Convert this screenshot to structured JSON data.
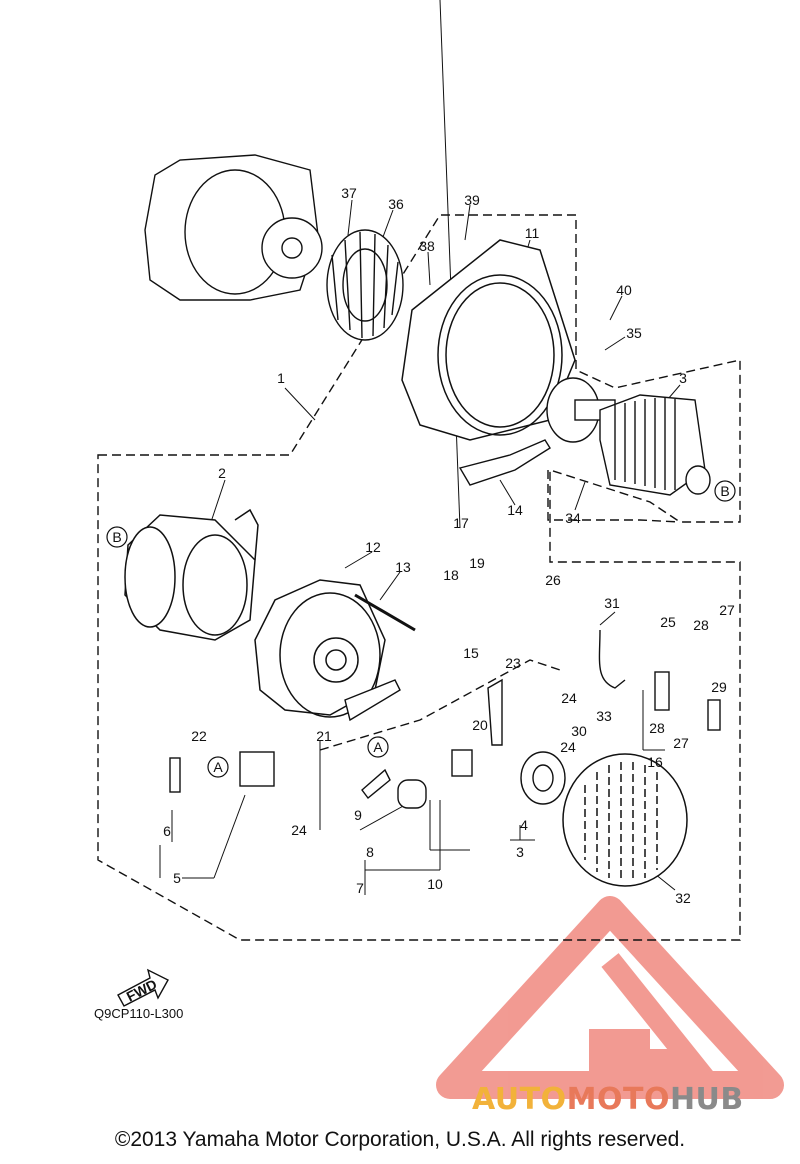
{
  "diagram": {
    "callouts": [
      "1",
      "2",
      "3",
      "3",
      "4",
      "5",
      "6",
      "7",
      "8",
      "9",
      "10",
      "11",
      "12",
      "13",
      "14",
      "15",
      "16",
      "17",
      "18",
      "19",
      "20",
      "21",
      "22",
      "23",
      "24",
      "24",
      "24",
      "25",
      "26",
      "27",
      "27",
      "28",
      "28",
      "29",
      "30",
      "31",
      "32",
      "33",
      "34",
      "35",
      "36",
      "37",
      "38",
      "39",
      "40"
    ],
    "connectors": [
      "A",
      "A",
      "B",
      "B"
    ],
    "fwd_label": "FWD",
    "reference_code": "Q9CP110-L300"
  },
  "footer": {
    "copyright": "©2013 Yamaha Motor Corporation, U.S.A. All rights reserved."
  },
  "watermark": {
    "part1": "AUTO",
    "part2": "MOTO",
    "part3": "HUB"
  },
  "colors": {
    "line": "#111111",
    "watermark_red": "#e8493a",
    "watermark_orange": "#f2b23a",
    "watermark_gray": "#8a8a8a"
  }
}
